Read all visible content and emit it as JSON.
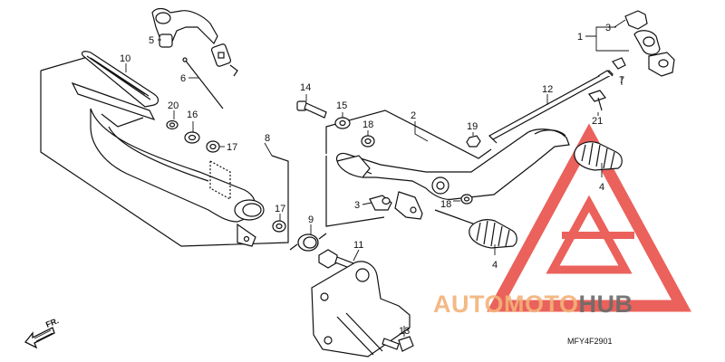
{
  "diagram": {
    "parts": [
      {
        "id": "p1",
        "label": "1"
      },
      {
        "id": "p2",
        "label": "2"
      },
      {
        "id": "p3a",
        "label": "3"
      },
      {
        "id": "p3b",
        "label": "3"
      },
      {
        "id": "p4a",
        "label": "4"
      },
      {
        "id": "p4b",
        "label": "4"
      },
      {
        "id": "p5",
        "label": "5"
      },
      {
        "id": "p6",
        "label": "6"
      },
      {
        "id": "p7",
        "label": "7"
      },
      {
        "id": "p8",
        "label": "8"
      },
      {
        "id": "p9",
        "label": "9"
      },
      {
        "id": "p10",
        "label": "10"
      },
      {
        "id": "p11",
        "label": "11"
      },
      {
        "id": "p12",
        "label": "12"
      },
      {
        "id": "p13",
        "label": "13"
      },
      {
        "id": "p14",
        "label": "14"
      },
      {
        "id": "p15",
        "label": "15"
      },
      {
        "id": "p16",
        "label": "16"
      },
      {
        "id": "p17a",
        "label": "17"
      },
      {
        "id": "p17b",
        "label": "17"
      },
      {
        "id": "p18a",
        "label": "18"
      },
      {
        "id": "p18b",
        "label": "18"
      },
      {
        "id": "p19",
        "label": "19"
      },
      {
        "id": "p20",
        "label": "20"
      },
      {
        "id": "p21",
        "label": "21"
      }
    ],
    "direction_label": "FR.",
    "diagram_code": "MFY4F2901"
  },
  "watermark": {
    "brand_part1": "AUTOMOTO",
    "brand_part2": "HUB",
    "color_orange": "#f2b27a",
    "color_gray": "#6b6b6b",
    "color_red": "#e8463f"
  }
}
